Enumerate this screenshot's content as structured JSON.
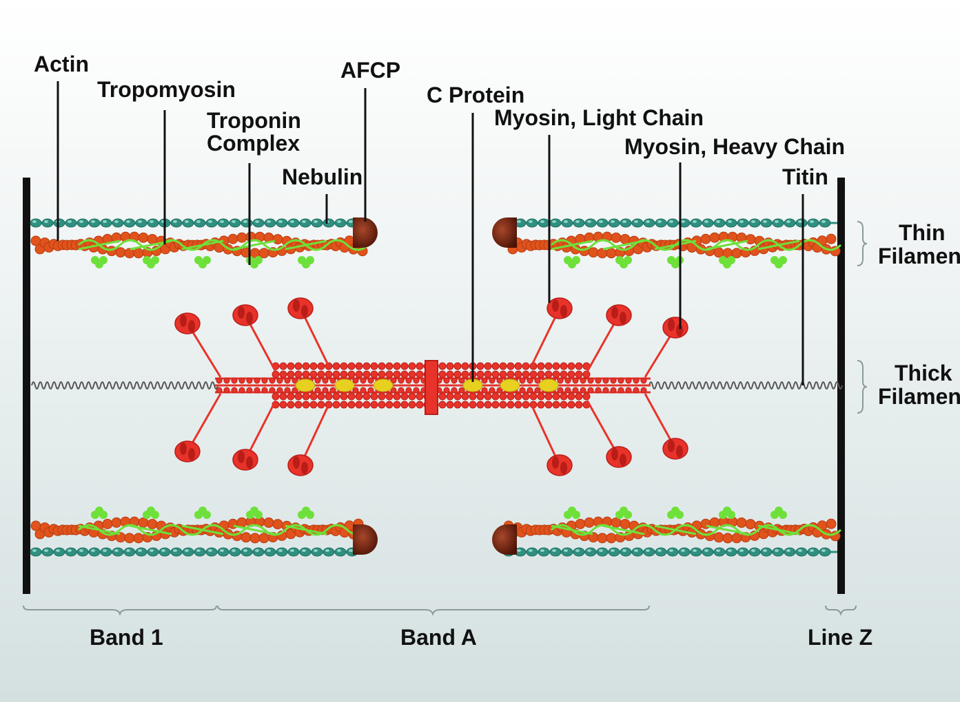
{
  "labels": {
    "actin": "Actin",
    "tropomyosin": "Tropomyosin",
    "troponin_1": "Troponin",
    "troponin_2": "Complex",
    "nebulin": "Nebulin",
    "afcp": "AFCP",
    "c_protein": "C Protein",
    "myosin_light": "Myosin, Light Chain",
    "myosin_heavy": "Myosin, Heavy Chain",
    "titin": "Titin",
    "thin_1": "Thin",
    "thin_2": "Filament",
    "thick_1": "Thick",
    "thick_2": "Filament",
    "band1": "Band 1",
    "bandA": "Band A",
    "lineZ": "Line Z"
  },
  "colors": {
    "actin": "#e0531c",
    "actin_dark": "#b83a10",
    "nebulin": "#2f8f80",
    "nebulin_light": "#8fd3c6",
    "tropomyosin": "#6ee03a",
    "myosin": "#e8332a",
    "myosin_dark": "#b91d17",
    "c_protein": "#e8d020",
    "afcp": "#6a1e0c",
    "titin": "#555555",
    "z_line": "#111111",
    "bracket": "#8a9a9a"
  }
}
